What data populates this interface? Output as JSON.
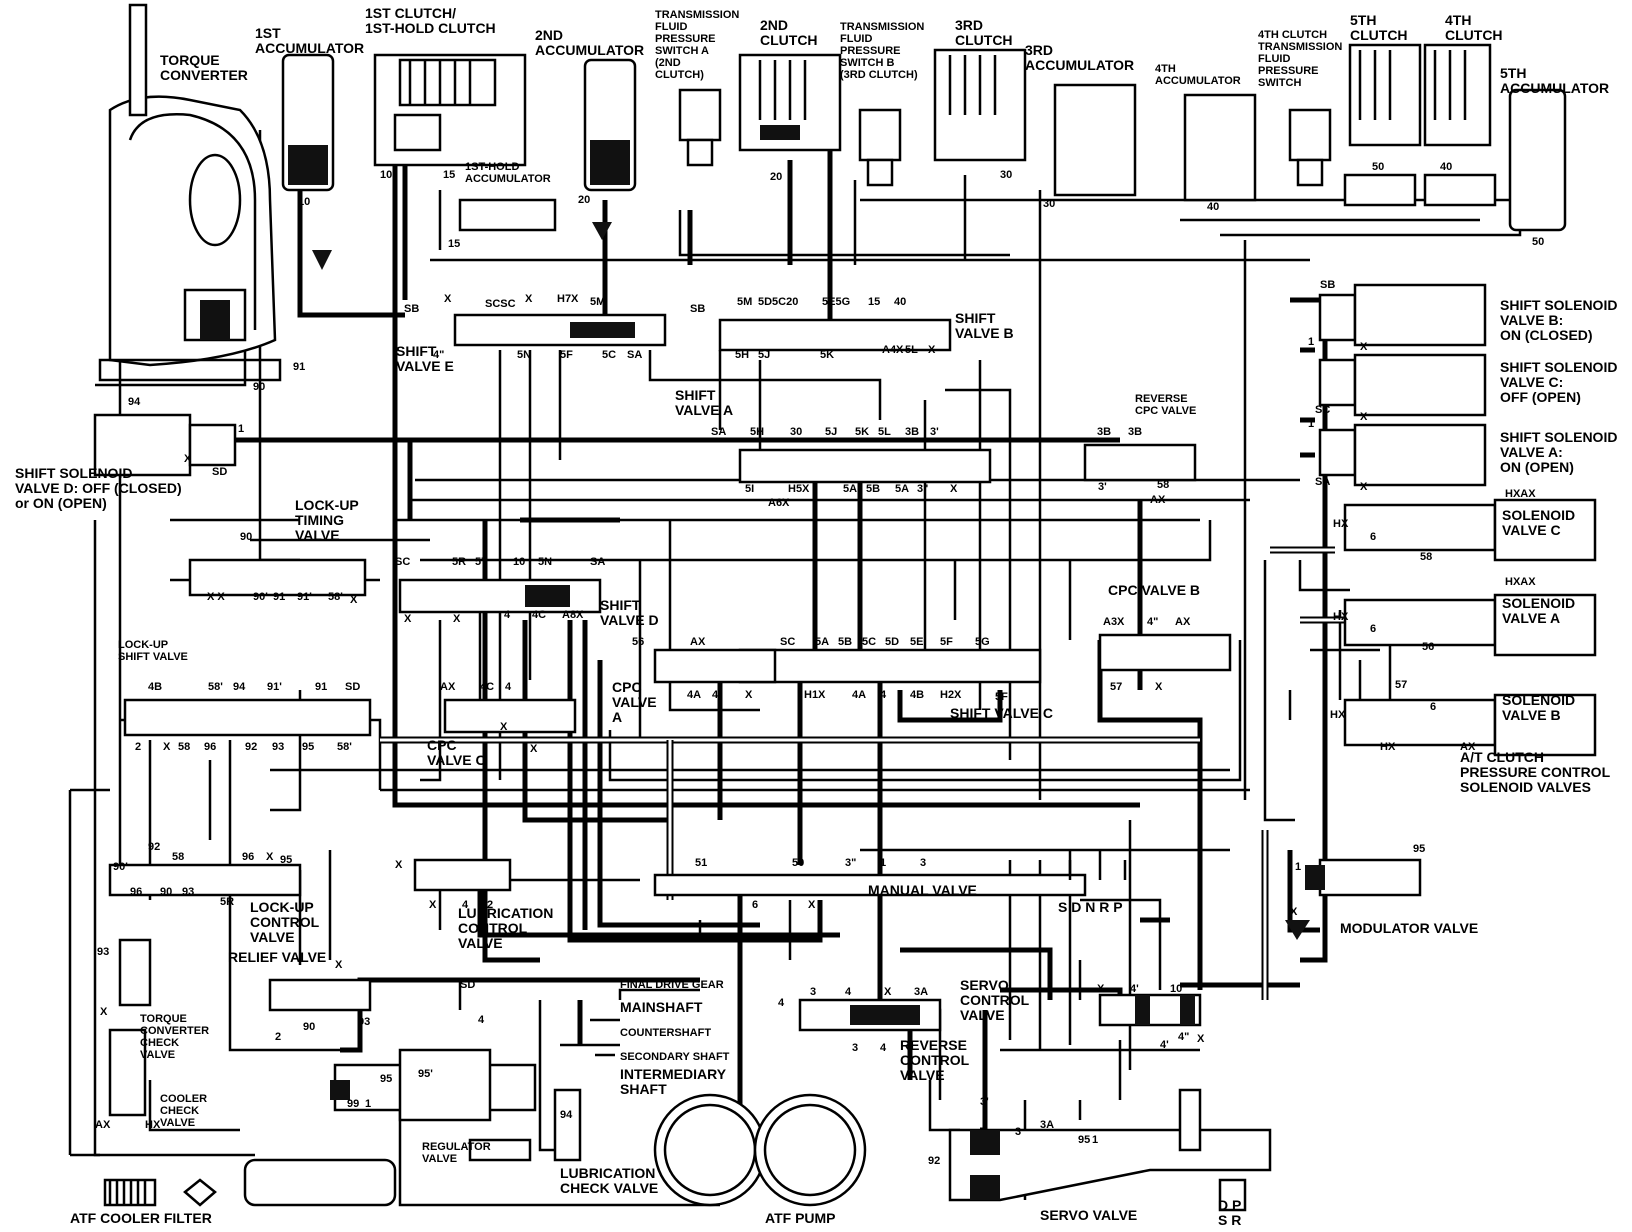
{
  "labels": {
    "torque_converter": "TORQUE\nCONVERTER",
    "acc1": "1ST\nACCUMULATOR",
    "clutch1": "1ST CLUTCH/\n1ST-HOLD CLUTCH",
    "acc2": "2ND\nACCUMULATOR",
    "tfps_a": "TRANSMISSION\nFLUID\nPRESSURE\nSWITCH A\n(2ND\nCLUTCH)",
    "clutch2": "2ND\nCLUTCH",
    "tfps_b": "TRANSMISSION\nFLUID\nPRESSURE\nSWITCH B\n(3RD CLUTCH)",
    "clutch3": "3RD\nCLUTCH",
    "acc3": "3RD\nACCUMULATOR",
    "acc4": "4TH\nACCUMULATOR",
    "tfps_4": "4TH CLUTCH\nTRANSMISSION\nFLUID\nPRESSURE\nSWITCH",
    "clutch5": "5TH\nCLUTCH",
    "clutch4": "4TH\nCLUTCH",
    "acc5": "5TH\nACCUMULATOR",
    "hold_acc": "1ST-HOLD\nACCUMULATOR",
    "sol_d": "SHIFT SOLENOID\nVALVE D: OFF (CLOSED)\nor ON (OPEN)",
    "shift_e": "SHIFT\nVALVE E",
    "shift_b": "SHIFT\nVALVE B",
    "shift_a": "SHIFT\nVALVE A",
    "reverse_cpc": "REVERSE\nCPC VALVE",
    "sol_b": "SHIFT SOLENOID\nVALVE B:\nON (CLOSED)",
    "sol_c": "SHIFT SOLENOID\nVALVE C:\nOFF (OPEN)",
    "sol_a": "SHIFT SOLENOID\nVALVE A:\nON (OPEN)",
    "lockup_timing": "LOCK-UP\nTIMING\nVALVE",
    "shift_d": "SHIFT\nVALVE D",
    "cpc_b": "CPC VALVE B",
    "sv_c": "SOLENOID\nVALVE C",
    "sv_a": "SOLENOID\nVALVE A",
    "sv_b": "SOLENOID\nVALVE B",
    "at_clutch": "A/T CLUTCH\nPRESSURE CONTROL\nSOLENOID VALVES",
    "lockup_shift": "LOCK-UP\nSHIFT VALVE",
    "cpc_a": "CPC\nVALVE\nA",
    "cpc_c": "CPC\nVALVE C",
    "shift_c": "SHIFT VALVE C",
    "lockup_control": "LOCK-UP\nCONTROL\nVALVE",
    "lubrication_control": "LUBRICATION\nCONTROL\nVALVE",
    "manual_valve": "MANUAL VALVE",
    "modulator": "MODULATOR VALVE",
    "relief": "RELIEF VALVE",
    "tc_check": "TORQUE\nCONVERTER\nCHECK\nVALVE",
    "cooler_check": "COOLER\nCHECK\nVALVE",
    "final_drive": "FINAL DRIVE GEAR",
    "mainshaft": "MAINSHAFT",
    "countershaft": "COUNTERSHAFT",
    "secondary": "SECONDARY SHAFT",
    "intermediary": "INTERMEDIARY\nSHAFT",
    "servo_control": "SERVO\nCONTROL\nVALVE",
    "reverse_control": "REVERSE\nCONTROL\nVALVE",
    "regulator": "REGULATOR\nVALVE",
    "lube_check": "LUBRICATION\nCHECK VALVE",
    "atf_pump": "ATF PUMP",
    "servo": "SERVO VALVE",
    "cooler_filter": "ATF COOLER FILTER",
    "sdnrp": "S D N R  P",
    "dspr": "D  P\nS  R"
  },
  "ports": [
    {
      "t": "10"
    },
    {
      "t": "10"
    },
    {
      "t": "15"
    },
    {
      "t": "15"
    },
    {
      "t": "20"
    },
    {
      "t": "20"
    },
    {
      "t": "30"
    },
    {
      "t": "30"
    },
    {
      "t": "40"
    },
    {
      "t": "50"
    },
    {
      "t": "40"
    },
    {
      "t": "50"
    },
    {
      "t": "91"
    },
    {
      "t": "90"
    },
    {
      "t": "94"
    },
    {
      "t": "1"
    },
    {
      "t": "X"
    },
    {
      "t": "SD"
    },
    {
      "t": "SB"
    },
    {
      "t": "X"
    },
    {
      "t": "SCSC"
    },
    {
      "t": "X"
    },
    {
      "t": "H7X"
    },
    {
      "t": "5M"
    },
    {
      "t": "4\""
    },
    {
      "t": "5N"
    },
    {
      "t": "5F"
    },
    {
      "t": "5C"
    },
    {
      "t": "SA"
    },
    {
      "t": "SB"
    },
    {
      "t": "5M"
    },
    {
      "t": "5D5C20"
    },
    {
      "t": "5E5G"
    },
    {
      "t": "15"
    },
    {
      "t": "40"
    },
    {
      "t": "5H"
    },
    {
      "t": "5J"
    },
    {
      "t": "5K"
    },
    {
      "t": "A4X"
    },
    {
      "t": "5L"
    },
    {
      "t": "X"
    },
    {
      "t": "SA"
    },
    {
      "t": "5H"
    },
    {
      "t": "30"
    },
    {
      "t": "5J"
    },
    {
      "t": "5K"
    },
    {
      "t": "5L"
    },
    {
      "t": "3B"
    },
    {
      "t": "3'"
    },
    {
      "t": "5I"
    },
    {
      "t": "H5X"
    },
    {
      "t": "A6X"
    },
    {
      "t": "5A"
    },
    {
      "t": "5B"
    },
    {
      "t": "5A"
    },
    {
      "t": "3\""
    },
    {
      "t": "X"
    },
    {
      "t": "3B"
    },
    {
      "t": "3B"
    },
    {
      "t": "3'"
    },
    {
      "t": "AX"
    },
    {
      "t": "58"
    },
    {
      "t": "SB"
    },
    {
      "t": "SC"
    },
    {
      "t": "SA"
    },
    {
      "t": "1"
    },
    {
      "t": "1"
    },
    {
      "t": "X"
    },
    {
      "t": "X"
    },
    {
      "t": "X"
    },
    {
      "t": "HXAX"
    },
    {
      "t": "HX"
    },
    {
      "t": "6"
    },
    {
      "t": "58"
    },
    {
      "t": "HXAX"
    },
    {
      "t": "HX"
    },
    {
      "t": "6"
    },
    {
      "t": "56"
    },
    {
      "t": "HX"
    },
    {
      "t": "57"
    },
    {
      "t": "6"
    },
    {
      "t": "HX"
    },
    {
      "t": "AX"
    },
    {
      "t": "90"
    },
    {
      "t": "X X"
    },
    {
      "t": "90'"
    },
    {
      "t": "91"
    },
    {
      "t": "91'"
    },
    {
      "t": "58'"
    },
    {
      "t": "X"
    },
    {
      "t": "SC"
    },
    {
      "t": "5R"
    },
    {
      "t": "57"
    },
    {
      "t": "10"
    },
    {
      "t": "5N"
    },
    {
      "t": "SA"
    },
    {
      "t": "X"
    },
    {
      "t": "X"
    },
    {
      "t": "4"
    },
    {
      "t": "4C"
    },
    {
      "t": "A8X"
    },
    {
      "t": "56"
    },
    {
      "t": "AX"
    },
    {
      "t": "SC"
    },
    {
      "t": "5A"
    },
    {
      "t": "5B"
    },
    {
      "t": "5C"
    },
    {
      "t": "5D"
    },
    {
      "t": "5E"
    },
    {
      "t": "5F"
    },
    {
      "t": "5G"
    },
    {
      "t": "4A"
    },
    {
      "t": "4"
    },
    {
      "t": "X"
    },
    {
      "t": "H1X"
    },
    {
      "t": "4A"
    },
    {
      "t": "4"
    },
    {
      "t": "4B"
    },
    {
      "t": "H2X"
    },
    {
      "t": "5F"
    },
    {
      "t": "A3X"
    },
    {
      "t": "4\""
    },
    {
      "t": "AX"
    },
    {
      "t": "57"
    },
    {
      "t": "X"
    },
    {
      "t": "4B"
    },
    {
      "t": "58'"
    },
    {
      "t": "94"
    },
    {
      "t": "91'"
    },
    {
      "t": "91"
    },
    {
      "t": "SD"
    },
    {
      "t": "2"
    },
    {
      "t": "X"
    },
    {
      "t": "58"
    },
    {
      "t": "96"
    },
    {
      "t": "92"
    },
    {
      "t": "93"
    },
    {
      "t": "95"
    },
    {
      "t": "58'"
    },
    {
      "t": "AX"
    },
    {
      "t": "4C"
    },
    {
      "t": "4"
    },
    {
      "t": "X"
    },
    {
      "t": "X"
    },
    {
      "t": "90'"
    },
    {
      "t": "92"
    },
    {
      "t": "58"
    },
    {
      "t": "96"
    },
    {
      "t": "X"
    },
    {
      "t": "96"
    },
    {
      "t": "90"
    },
    {
      "t": "93"
    },
    {
      "t": "5R"
    },
    {
      "t": "95"
    },
    {
      "t": "X"
    },
    {
      "t": "X"
    },
    {
      "t": "4"
    },
    {
      "t": "2"
    },
    {
      "t": "51"
    },
    {
      "t": "50"
    },
    {
      "t": "3\""
    },
    {
      "t": "1"
    },
    {
      "t": "3"
    },
    {
      "t": "6"
    },
    {
      "t": "X"
    },
    {
      "t": "1"
    },
    {
      "t": "95"
    },
    {
      "t": "X"
    },
    {
      "t": "X"
    },
    {
      "t": "2"
    },
    {
      "t": "90"
    },
    {
      "t": "93"
    },
    {
      "t": "93"
    },
    {
      "t": "X"
    },
    {
      "t": "AX"
    },
    {
      "t": "HX"
    },
    {
      "t": "SD"
    },
    {
      "t": "4"
    },
    {
      "t": "4"
    },
    {
      "t": "3"
    },
    {
      "t": "4"
    },
    {
      "t": "X"
    },
    {
      "t": "3A"
    },
    {
      "t": "3"
    },
    {
      "t": "4"
    },
    {
      "t": "X"
    },
    {
      "t": "4'"
    },
    {
      "t": "10"
    },
    {
      "t": "4'"
    },
    {
      "t": "4\""
    },
    {
      "t": "X"
    },
    {
      "t": "3'"
    },
    {
      "t": "3"
    },
    {
      "t": "3A"
    },
    {
      "t": "95"
    },
    {
      "t": "1"
    },
    {
      "t": "92"
    },
    {
      "t": "95'"
    },
    {
      "t": "95"
    },
    {
      "t": "99"
    },
    {
      "t": "1"
    },
    {
      "t": "94"
    }
  ]
}
